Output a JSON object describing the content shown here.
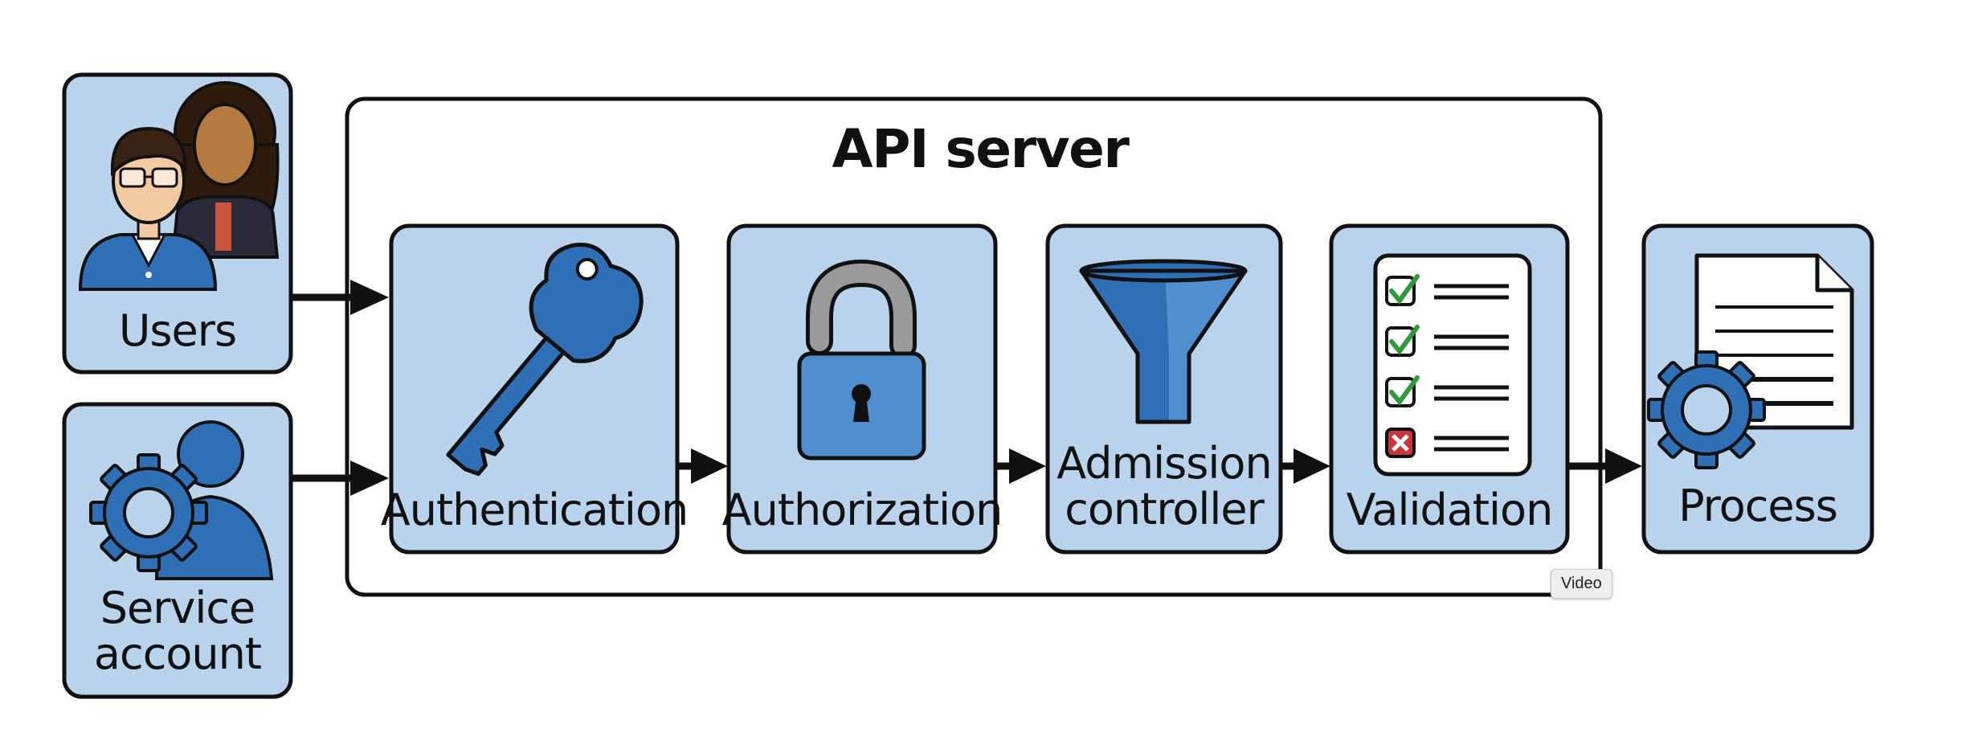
{
  "title": "API server",
  "nodes": {
    "users": "Users",
    "service_account": [
      "Service",
      "account"
    ],
    "authentication": "Authentication",
    "authorization": "Authorization",
    "admission_controller": [
      "Admission",
      "controller"
    ],
    "validation": "Validation",
    "process": "Process"
  },
  "icons": {
    "users": "users-icon",
    "service_account": "service-account-icon",
    "authentication": "key-icon",
    "authorization": "unlocked-padlock-icon",
    "admission_controller": "funnel-icon",
    "validation": "checklist-icon",
    "process": "document-gear-icon"
  },
  "tooltip": "Video",
  "colors": {
    "box_fill": "#b9d3ec",
    "icon_blue": "#2f6fb5",
    "icon_light": "#4f8fd0",
    "stroke": "#111111",
    "check_green": "#2e9a3a",
    "cross_red": "#c8353b"
  }
}
